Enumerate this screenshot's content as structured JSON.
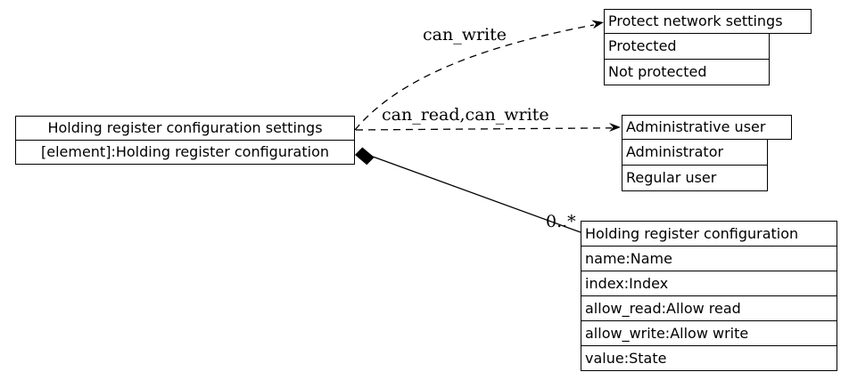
{
  "diagram": {
    "type": "uml-record-graph",
    "colors": {
      "background": "#ffffff",
      "stroke": "#000000",
      "text": "#000000"
    }
  },
  "nodes": {
    "settings": {
      "title": "Holding register configuration settings",
      "rows": [
        "[element]:Holding register configuration"
      ]
    },
    "protect": {
      "title": "Protect network settings",
      "rows": [
        "Protected",
        "Not protected"
      ]
    },
    "admin": {
      "title": "Administrative user",
      "rows": [
        "Administrator",
        "Regular user"
      ]
    },
    "holding": {
      "title": "Holding register configuration",
      "rows": [
        "name:Name",
        "index:Index",
        "allow_read:Allow read",
        "allow_write:Allow write",
        "value:State"
      ]
    }
  },
  "edges": {
    "can_write": {
      "label": "can_write",
      "style": "dashed",
      "head": "vee-arrow"
    },
    "can_read_can_write": {
      "label": "can_read,can_write",
      "style": "dashed",
      "head": "vee-arrow"
    },
    "composition": {
      "label": "0..*",
      "style": "solid",
      "tail": "filled-diamond"
    }
  }
}
